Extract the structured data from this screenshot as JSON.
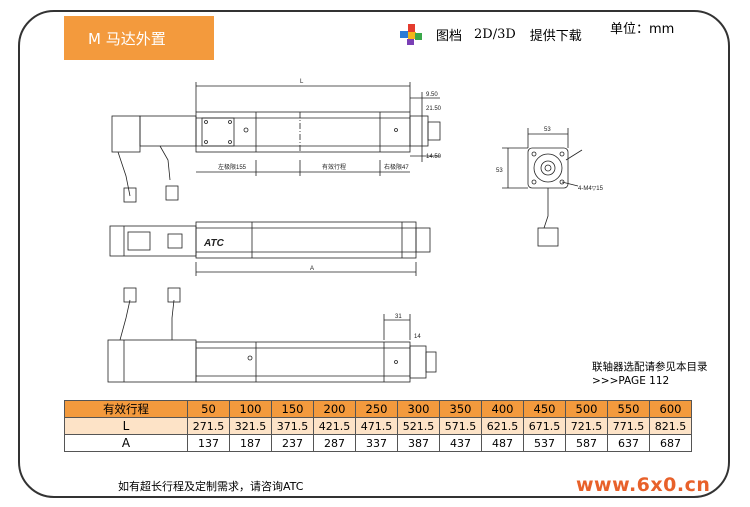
{
  "header": {
    "title": "M 马达外置",
    "download_icon": "puzzle-logo-icon",
    "download_label1": "图档",
    "download_label2": "2D/3D",
    "download_label3": "提供下载",
    "unit": "单位：mm"
  },
  "drawing_labels": {
    "L": "L",
    "A": "A",
    "left_margin": "左极限155",
    "effective_stroke": "有效行程",
    "right_margin": "右极限47",
    "dim_53": "53",
    "dim_top": "9.50",
    "dim_mid": "21.50",
    "dim_low": "14.50",
    "dim_31": "31",
    "dim_14": "14",
    "hole_note": "4-M4▽15",
    "brand": "ATC"
  },
  "notes": {
    "coupling_line1": "联轴器选配请参见本目录",
    "coupling_line2": ">>>PAGE 112",
    "bottom": "如有超长行程及定制需求，请咨询ATC"
  },
  "table": {
    "header_label": "有效行程",
    "row_L_label": "L",
    "row_A_label": "A",
    "strokes": [
      "50",
      "100",
      "150",
      "200",
      "250",
      "300",
      "350",
      "400",
      "450",
      "500",
      "550",
      "600"
    ],
    "L": [
      "271.5",
      "321.5",
      "371.5",
      "421.5",
      "471.5",
      "521.5",
      "571.5",
      "621.5",
      "671.5",
      "721.5",
      "771.5",
      "821.5"
    ],
    "A": [
      "137",
      "187",
      "237",
      "287",
      "337",
      "387",
      "437",
      "487",
      "537",
      "587",
      "637",
      "687"
    ]
  },
  "watermark": "www.6x0.cn",
  "colors": {
    "accent": "#f39a3d",
    "row_tint": "#fde3c7",
    "watermark": "#e8612a"
  }
}
